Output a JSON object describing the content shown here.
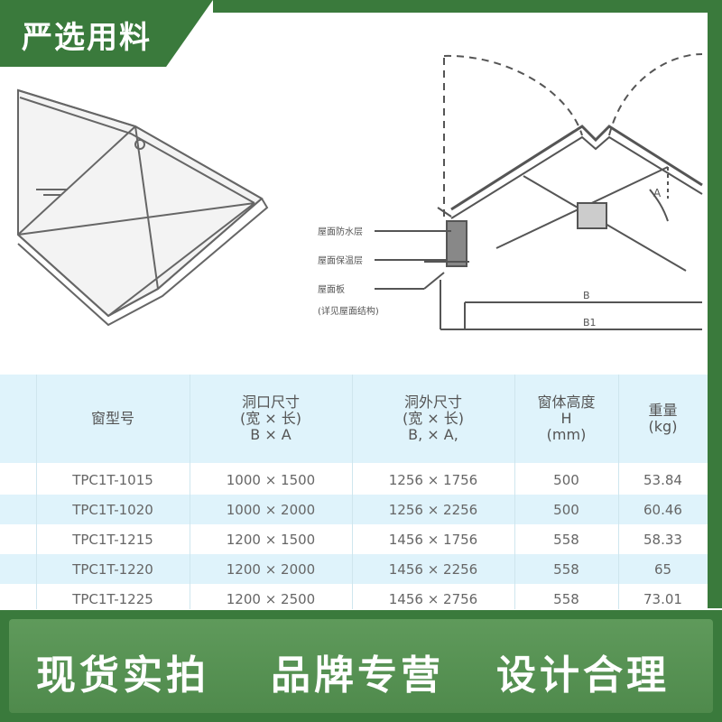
{
  "top_tag": "严选用料",
  "drawing": {
    "labels": [
      "屋面防水层",
      "屋面保温层",
      "屋面板",
      "(详见屋面结构)"
    ],
    "dim_b": "B",
    "dim_b1": "B1",
    "angle_label": "A"
  },
  "table": {
    "headers": [
      {
        "lines": [
          "窗型号"
        ]
      },
      {
        "lines": [
          "洞口尺寸",
          "(宽 × 长)",
          "B × A"
        ]
      },
      {
        "lines": [
          "洞外尺寸",
          "(宽 × 长)",
          "B, × A,"
        ]
      },
      {
        "lines": [
          "窗体高度",
          "H",
          "(mm)"
        ]
      },
      {
        "lines": [
          "重量",
          "(kg)"
        ]
      }
    ],
    "rows": [
      [
        "TPC1T-1015",
        "1000 × 1500",
        "1256 × 1756",
        "500",
        "53.84"
      ],
      [
        "TPC1T-1020",
        "1000 × 2000",
        "1256 × 2256",
        "500",
        "60.46"
      ],
      [
        "TPC1T-1215",
        "1200 × 1500",
        "1456 × 1756",
        "558",
        "58.33"
      ],
      [
        "TPC1T-1220",
        "1200 × 2000",
        "1456 × 2256",
        "558",
        "65"
      ],
      [
        "TPC1T-1225",
        "1200 × 2500",
        "1456 × 2756",
        "558",
        "73.01"
      ]
    ]
  },
  "slogans": [
    "现货实拍",
    "品牌专营",
    "设计合理"
  ],
  "colors": {
    "brand_green": "#3a7a3c",
    "table_band": "#dff3fb"
  }
}
